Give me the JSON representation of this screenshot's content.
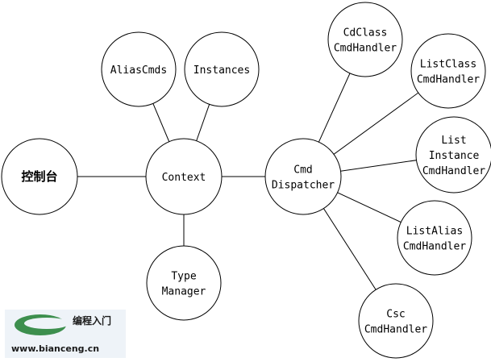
{
  "diagram": {
    "nodes": {
      "console": {
        "lines": [
          "控制台"
        ]
      },
      "context": {
        "lines": [
          "Context"
        ]
      },
      "alias_cmds": {
        "lines": [
          "AliasCmds"
        ]
      },
      "instances": {
        "lines": [
          "Instances"
        ]
      },
      "type_manager": {
        "lines": [
          "Type",
          "Manager"
        ]
      },
      "cmd_dispatcher": {
        "lines": [
          "Cmd",
          "Dispatcher"
        ]
      },
      "cdclass_handler": {
        "lines": [
          "CdClass",
          "CmdHandler"
        ]
      },
      "listclass_handler": {
        "lines": [
          "ListClass",
          "CmdHandler"
        ]
      },
      "listinstance_handler": {
        "lines": [
          "List",
          "Instance",
          "CmdHandler"
        ]
      },
      "listalias_handler": {
        "lines": [
          "ListAlias",
          "CmdHandler"
        ]
      },
      "csc_handler": {
        "lines": [
          "Csc",
          "CmdHandler"
        ]
      }
    },
    "edges": [
      [
        "console",
        "context"
      ],
      [
        "context",
        "alias_cmds"
      ],
      [
        "context",
        "instances"
      ],
      [
        "context",
        "type_manager"
      ],
      [
        "context",
        "cmd_dispatcher"
      ],
      [
        "cmd_dispatcher",
        "cdclass_handler"
      ],
      [
        "cmd_dispatcher",
        "listclass_handler"
      ],
      [
        "cmd_dispatcher",
        "listinstance_handler"
      ],
      [
        "cmd_dispatcher",
        "listalias_handler"
      ],
      [
        "cmd_dispatcher",
        "csc_handler"
      ]
    ]
  },
  "watermark": {
    "title": "编程入门",
    "url": "www.bianceng.cn"
  }
}
